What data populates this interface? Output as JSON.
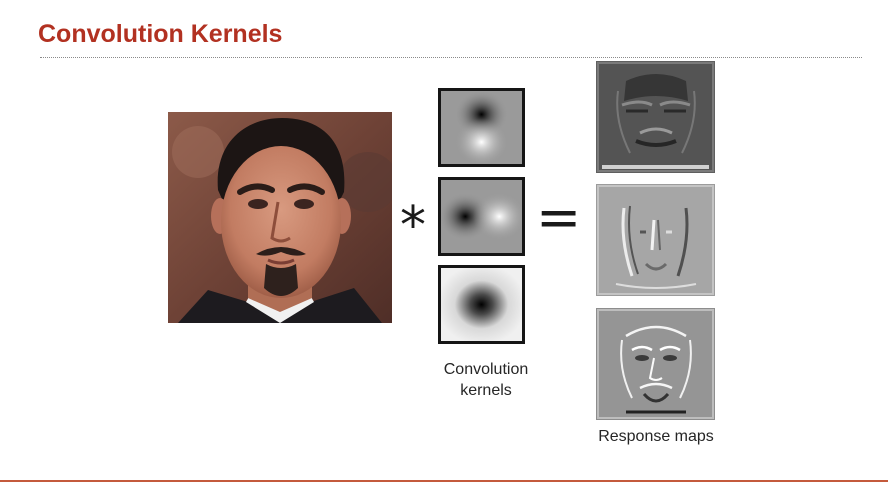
{
  "slide": {
    "title": "Convolution Kernels"
  },
  "operators": {
    "convolve": "*",
    "equals": "="
  },
  "captions": {
    "kernels": "Convolution\nkernels",
    "response_maps": "Response maps"
  },
  "colors": {
    "title": "#b23121",
    "accent_rule": "#c45a3c"
  }
}
